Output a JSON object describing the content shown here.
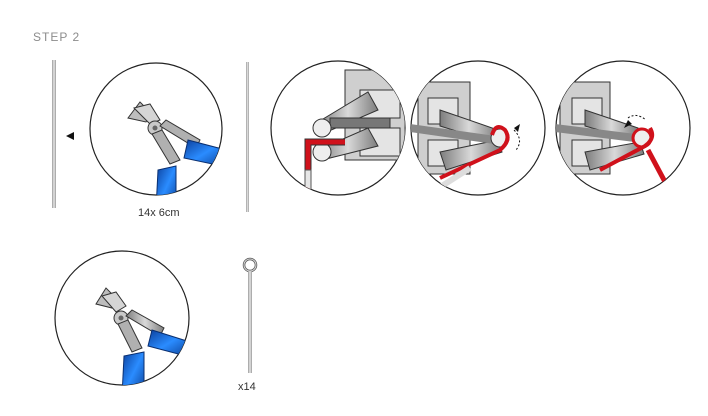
{
  "step": {
    "title": "STEP 2"
  },
  "captions": {
    "wire_cut": "14x 6cm",
    "pin_count": "x14"
  },
  "icons": {
    "arrow": "left-pointing-triangle",
    "tool": "wire-cutter-pliers",
    "forming_tool": "round-nose-pliers"
  },
  "colors": {
    "wire": "#b5b5b5",
    "handle": "#1a6fd0",
    "accent": "#d0111b",
    "outline": "#222222"
  }
}
